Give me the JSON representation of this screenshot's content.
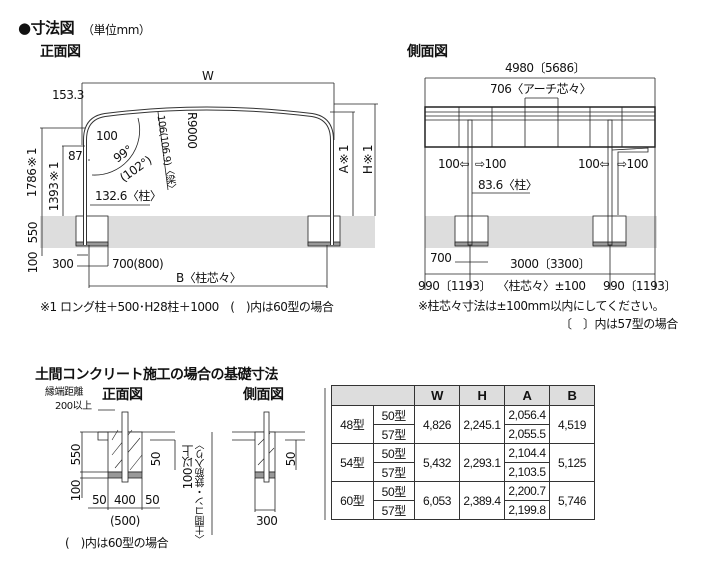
{
  "title": "●寸法図",
  "unit": "（単位mm）",
  "front": {
    "heading": "正面図",
    "W": "W",
    "d153": "153.3",
    "d100": "100",
    "d87": "87",
    "angle": "99°",
    "angle60": "(102°)",
    "r": "R9000",
    "beam": "106(106.9)〈梁〉",
    "h1786": "1786※1",
    "h1393": "1393※1",
    "post": "132.6〈柱〉",
    "A": "A※1",
    "H": "H※1",
    "d550": "550",
    "d100b": "100",
    "d300": "300",
    "d700": "700(800)",
    "B": "B〈柱芯々〉",
    "note": "※1 ロング柱＋500･H28柱＋1000　(　)内は60型の場合"
  },
  "side": {
    "heading": "側面図",
    "total": "4980〔5686〕",
    "arch": "706〈アーチ芯々〉",
    "l100a": "100⇦",
    "r100a": "⇨100",
    "l100b": "100⇦",
    "r100b": "⇨100",
    "post": "83.6〈柱〉",
    "d700": "700",
    "span": "3000〔3300〕",
    "left": "990〔1193〕",
    "center": "〈柱芯々〉±100",
    "right": "990〔1193〕",
    "note1": "※柱芯々寸法は±100mm以内にしてください。",
    "note2": "〔　〕内は57型の場合"
  },
  "foundation": {
    "title": "土間コンクリート施工の場合の基礎寸法",
    "front": "正面図",
    "side": "側面図",
    "edge1": "縁端距離",
    "edge2": "200以上",
    "d550": "550",
    "d100": "100",
    "d50a": "50",
    "d50b": "50",
    "d50c": "50",
    "d400": "400",
    "d500": "(500)",
    "depth": "100以上",
    "depth2": "〈土間コン・鉄筋入り〉",
    "d50side": "50",
    "d300": "300",
    "note": "(　)内は60型の場合"
  },
  "table": {
    "headers": [
      "",
      "W",
      "H",
      "A",
      "B"
    ],
    "rows": [
      {
        "model": "48型",
        "sub": [
          "50型",
          "57型"
        ],
        "W": "4,826",
        "H": "2,245.1",
        "A": [
          "2,056.4",
          "2,055.5"
        ],
        "B": "4,519"
      },
      {
        "model": "54型",
        "sub": [
          "50型",
          "57型"
        ],
        "W": "5,432",
        "H": "2,293.1",
        "A": [
          "2,104.4",
          "2,103.5"
        ],
        "B": "5,125"
      },
      {
        "model": "60型",
        "sub": [
          "50型",
          "57型"
        ],
        "W": "6,053",
        "H": "2,389.4",
        "A": [
          "2,200.7",
          "2,199.8"
        ],
        "B": "5,746"
      }
    ]
  }
}
